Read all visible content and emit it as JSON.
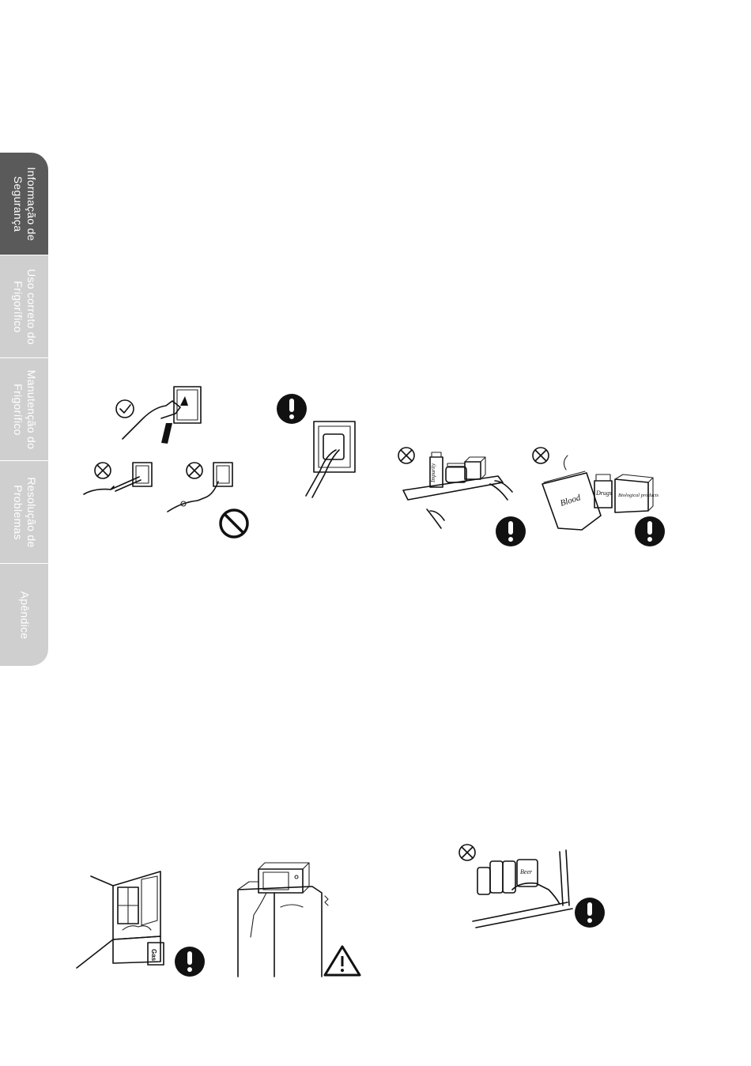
{
  "sidebar": {
    "tabs": [
      {
        "label": "Informação de\nSegurança",
        "active": true
      },
      {
        "label": "Uso correto do\nFrigorífico",
        "active": false
      },
      {
        "label": "Manutenção do\nFrigorífico",
        "active": false
      },
      {
        "label": "Resolução de\nProblemas",
        "active": false
      },
      {
        "label": "Apêndice",
        "active": false
      }
    ],
    "active_color": "#5a5a5a",
    "inactive_color": "#cfcfcf"
  },
  "illustrations": {
    "labels": {
      "impurity": "Impurity",
      "blood": "Blood",
      "drugs": "Drugs",
      "biological": "Biological products",
      "gas": "Gas",
      "beer": "Beer"
    }
  }
}
